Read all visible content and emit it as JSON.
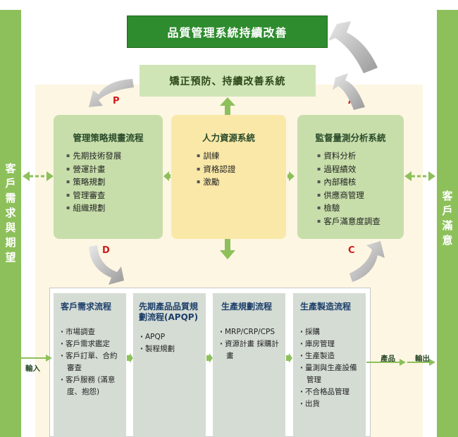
{
  "title": "品質管理系統持續改善",
  "subtitle": "矯正預防、持續改善系統",
  "left_bar": "客戶需求與期望",
  "right_bar": "客戶滿意",
  "pdca": {
    "p": "P",
    "d": "D",
    "c": "C",
    "a": "A"
  },
  "top_boxes": [
    {
      "title": "管理策略規畫流程",
      "items": [
        "先期技術發展",
        "營運計畫",
        "策略規劃",
        "管理審查",
        "組織規劃"
      ]
    },
    {
      "title": "人力資源系統",
      "items": [
        "訓練",
        "資格認證",
        "激勵"
      ]
    },
    {
      "title": "監督量測分析系統",
      "items": [
        "資料分析",
        "過程績效",
        "內部稽核",
        "供應商管理",
        "檢驗",
        "客戶滿意度調查"
      ]
    }
  ],
  "process_boxes": [
    {
      "title": "客戶需求流程",
      "items": [
        "市場調查",
        "客戶需求鑑定",
        "客戶訂單、合約審查",
        "客戶服務 (滿意度、抱怨)"
      ]
    },
    {
      "title": "先期產品品質規劃流程(APQP)",
      "items": [
        "APQP",
        "製程規劃"
      ]
    },
    {
      "title": "生產規劃流程",
      "items": [
        "MRP/CRP/CPS",
        "資源計畫 採購計畫"
      ]
    },
    {
      "title": "生產製造流程",
      "items": [
        "採購",
        "庫房管理",
        "生產製造",
        "量測與生產設備管理",
        "不合格品管理",
        "出貨"
      ]
    }
  ],
  "flow": {
    "input": "輸入",
    "product": "產品",
    "output": "輸出"
  },
  "colors": {
    "green_bar": "#8dc05a",
    "dark_green": "#2e8b2e",
    "light_green": "#c7deaa",
    "yellow": "#fae8a8",
    "cream": "#fdf6e3",
    "gray_box": "#d4dcd4",
    "pdca_red": "#cc1c1c",
    "title_blue": "#1e3f6b"
  }
}
